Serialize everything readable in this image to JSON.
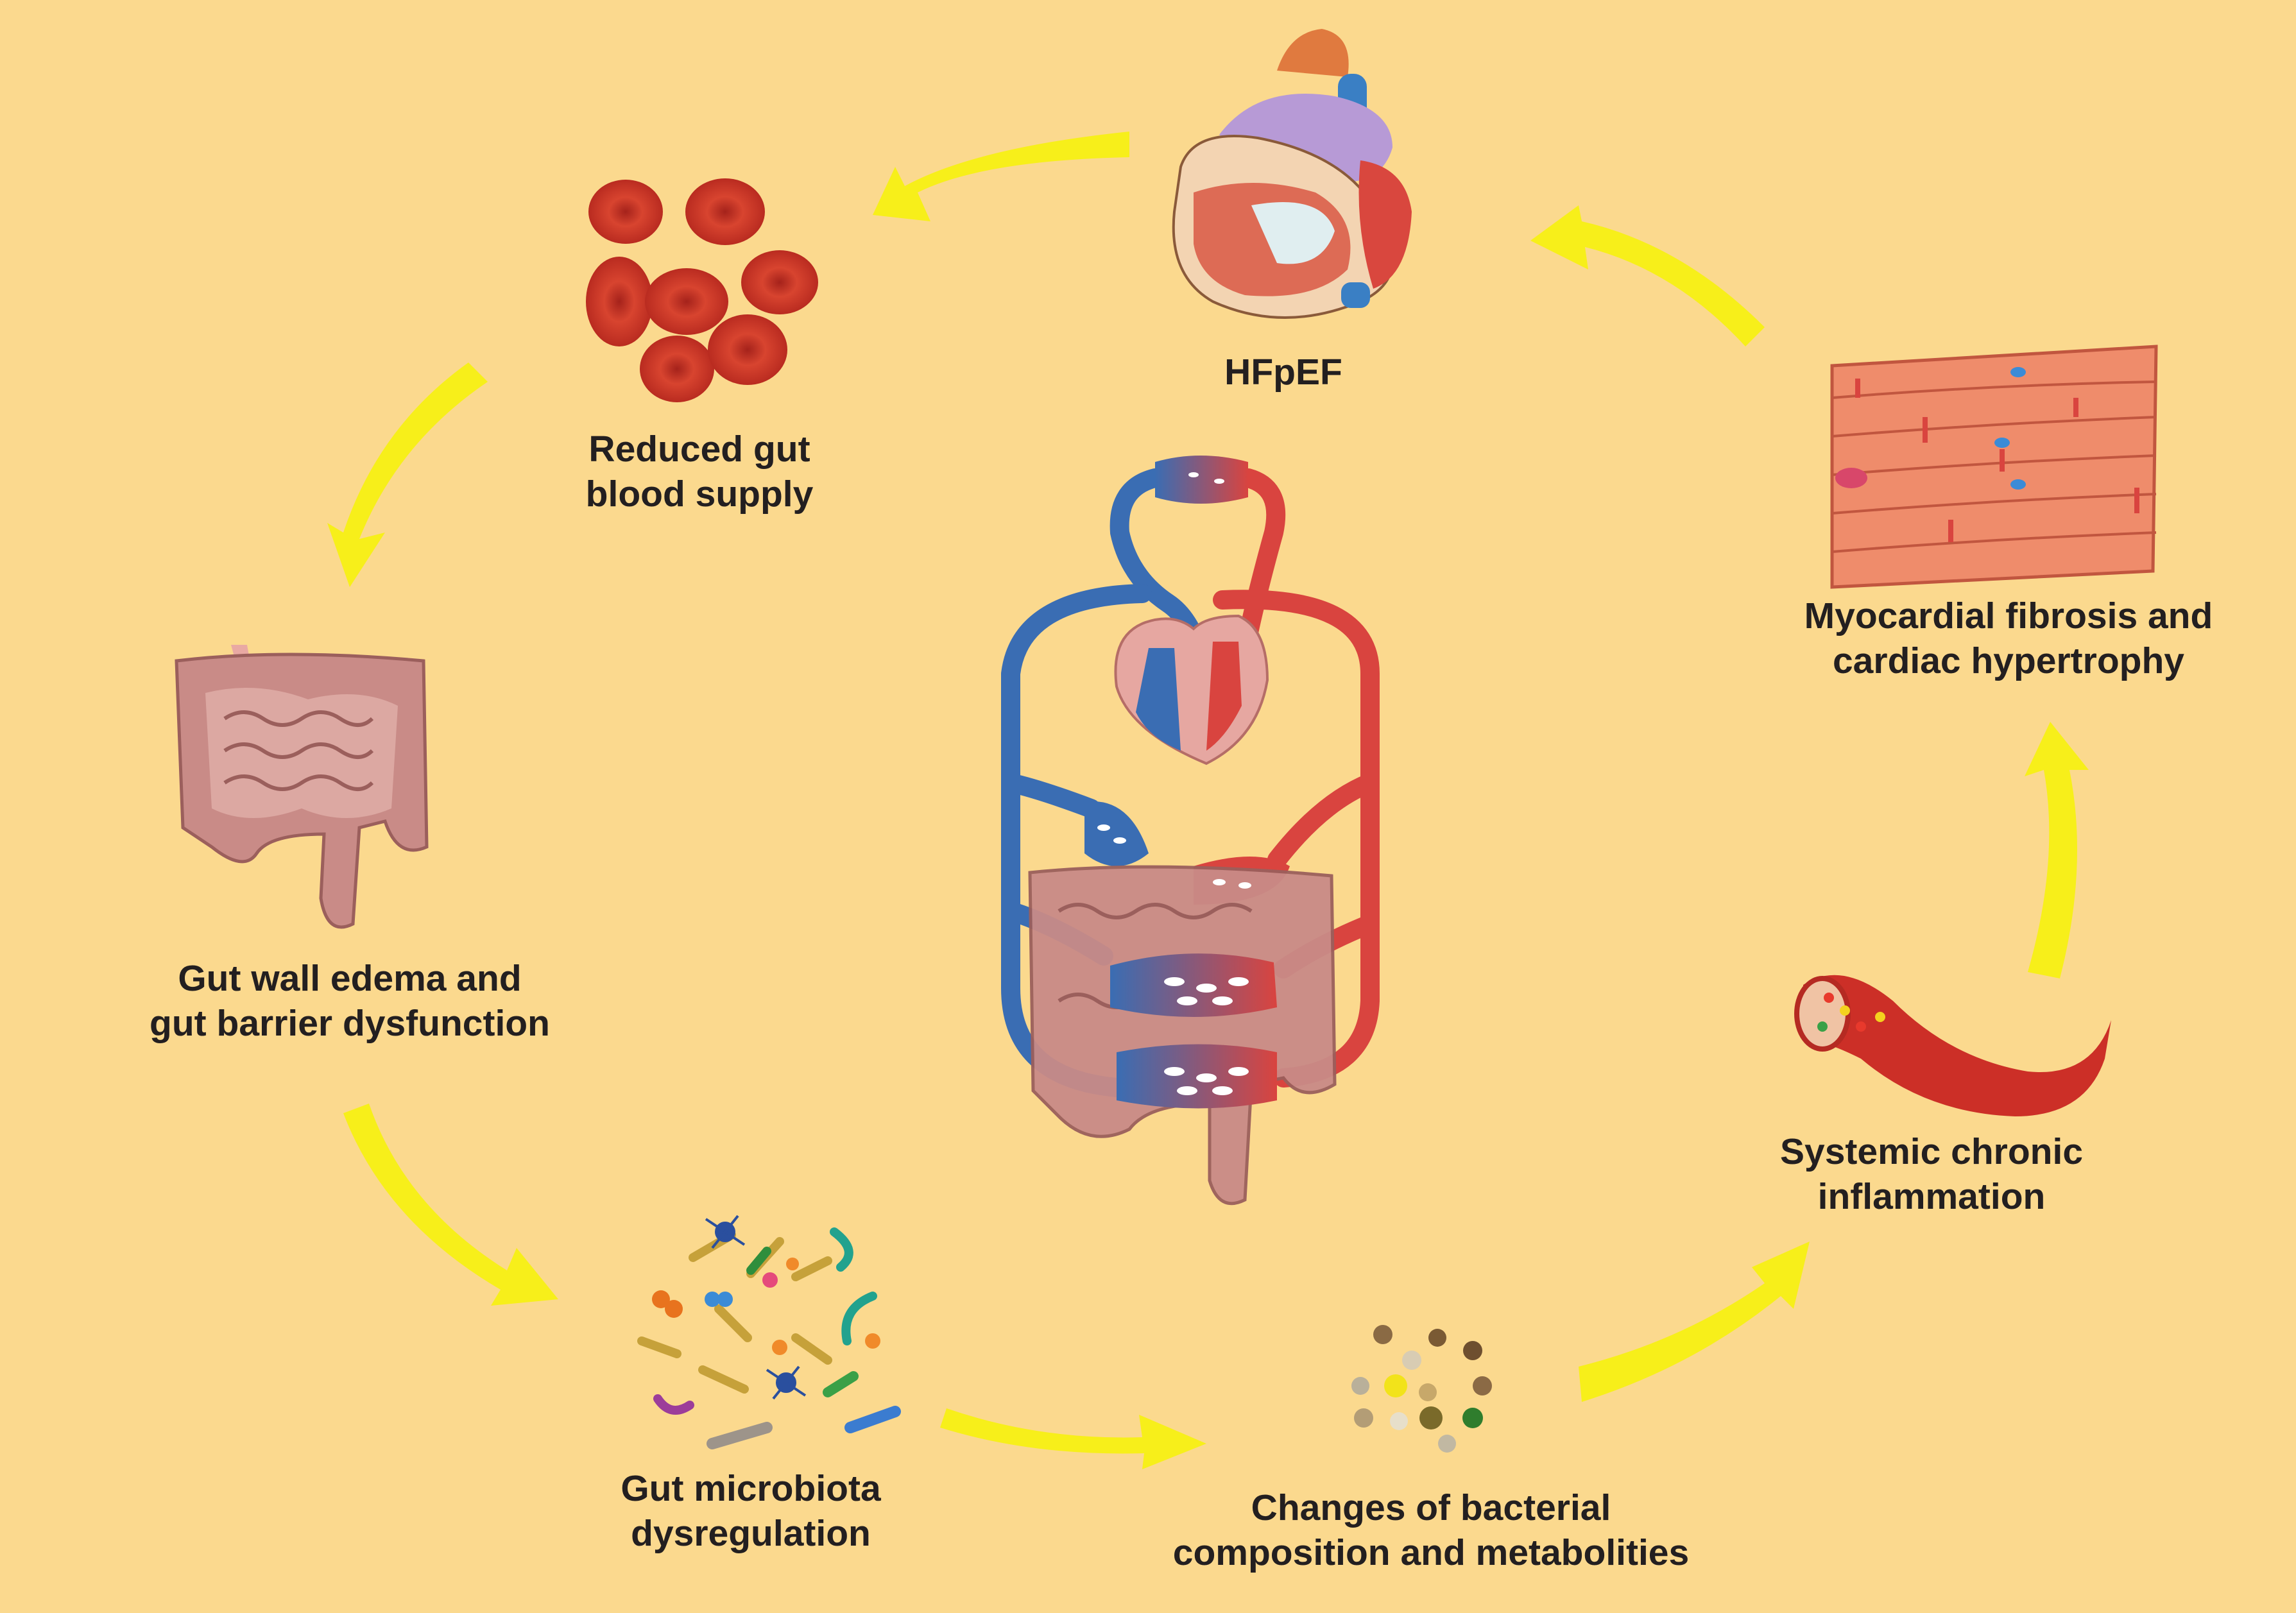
{
  "labels": {
    "hfpef": "HFpEF",
    "reduced_blood": [
      "Reduced gut",
      "blood supply"
    ],
    "gut_wall": [
      "Gut wall edema and",
      "gut barrier dysfunction"
    ],
    "microbiota": [
      "Gut microbiota",
      "dysregulation"
    ],
    "bacterial": [
      "Changes of bacterial",
      "composition and metabolities"
    ],
    "inflammation": [
      "Systemic chronic",
      "inflammation"
    ],
    "fibrosis": [
      "Myocardial fibrosis and",
      "cardiac hypertrophy"
    ]
  },
  "colors": {
    "background": "#fbd98e",
    "arrow": "#f7ef1a",
    "text": "#231f20",
    "blood_cell": "#c0392b",
    "vein": "#3a6db3",
    "artery": "#d9443f",
    "gut": "#c98b87",
    "muscle": "#ef8c6b"
  },
  "icons": [
    "heart-illustration",
    "red-blood-cells",
    "intestine-illustration",
    "bacteria-cluster",
    "metabolite-particles",
    "inflamed-vessel",
    "muscle-fibers",
    "circulation-diagram"
  ]
}
